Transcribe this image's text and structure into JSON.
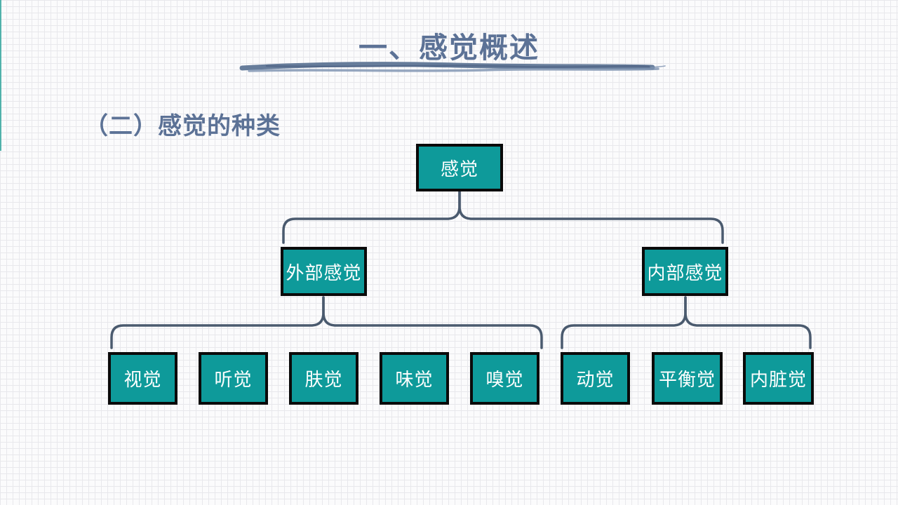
{
  "slide": {
    "title": "一、感觉概述",
    "subtitle": "（二）感觉的种类"
  },
  "colors": {
    "node_fill_teal": "#0e9a9a",
    "node_border": "#0a0a0a",
    "node_text": "#ffffff",
    "heading_blue": "#5c7296",
    "connector_slate": "#4a5a6e",
    "grid_line": "#e8e8ec",
    "background": "#fbfbfc",
    "edge_accent_teal": "#35a79f"
  },
  "tree": {
    "root": {
      "label": "感觉"
    },
    "level2": [
      {
        "label": "外部感觉"
      },
      {
        "label": "内部感觉"
      }
    ],
    "external_children": [
      "视觉",
      "听觉",
      "肤觉",
      "味觉",
      "嗅觉"
    ],
    "internal_children": [
      "动觉",
      "平衡觉",
      "内脏觉"
    ]
  }
}
